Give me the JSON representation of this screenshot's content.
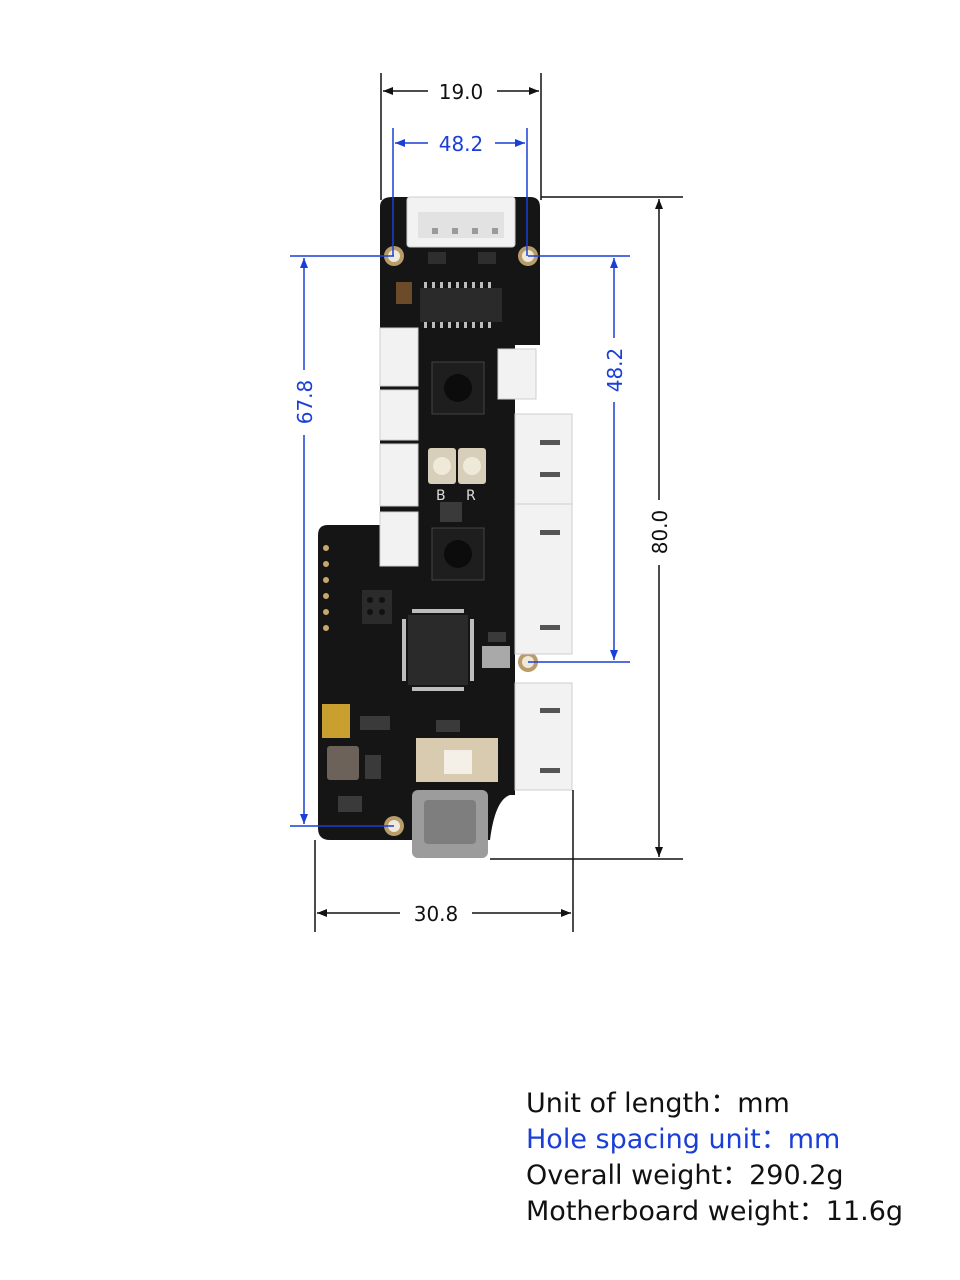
{
  "dimensions": {
    "top_width": "19.0",
    "top_hole_spacing": "48.2",
    "right_hole_spacing": "48.2",
    "left_hole_spacing": "67.8",
    "overall_height": "80.0",
    "bottom_width": "30.8"
  },
  "colors": {
    "black_dimension": "#111111",
    "blue_hole_spacing": "#1a3fd6",
    "pcb": "#151515",
    "connector": "#f2f2f2"
  },
  "info": {
    "unit_of_length": "Unit of length：mm",
    "hole_spacing_unit": "Hole spacing unit：mm",
    "overall_weight": "Overall weight：290.2g",
    "motherboard_weight": "Motherboard weight：11.6g"
  },
  "board_markings": {
    "button_b": "B",
    "button_r": "R"
  }
}
